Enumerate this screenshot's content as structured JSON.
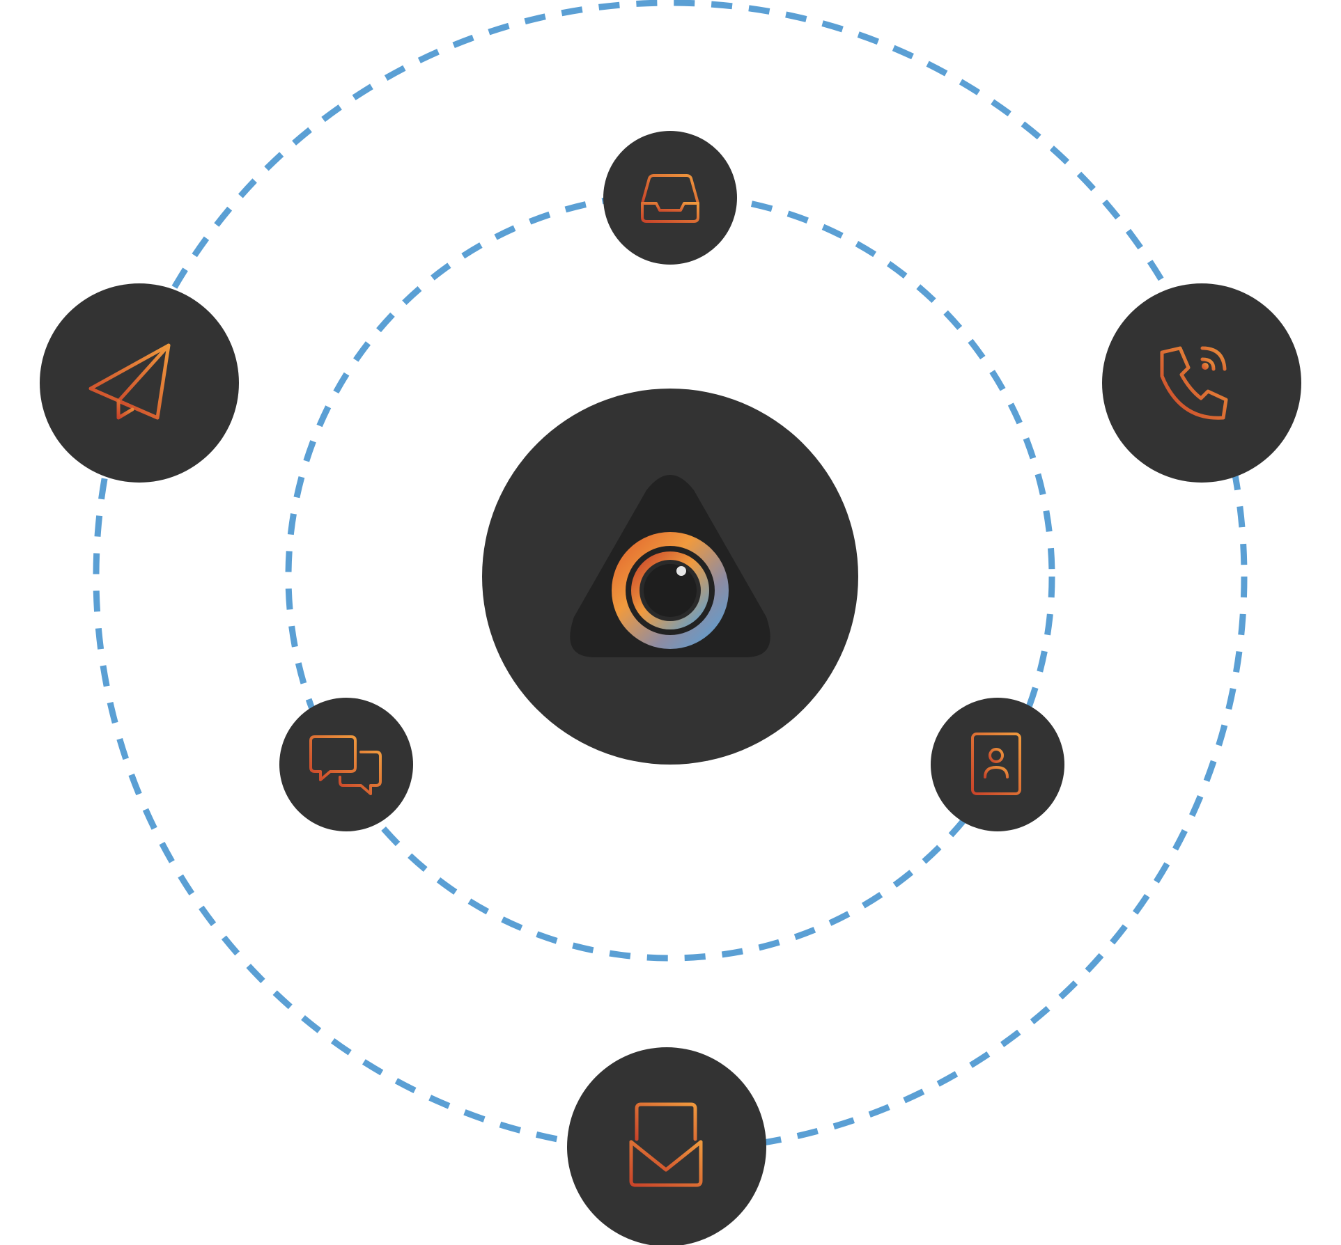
{
  "colors": {
    "background": "#ffffff",
    "orbit": "#5A9FD4",
    "node": "#333333",
    "logo_triangle": "#222222",
    "icon_gradient_start": "#C9442A",
    "icon_gradient_end": "#F09A3E",
    "lens_blue": "#5A9FD4"
  },
  "diagram": {
    "center": {
      "icon": "camera-lens-logo"
    },
    "inner_orbit_nodes": [
      {
        "id": "inbox",
        "icon": "inbox-tray-icon"
      },
      {
        "id": "chat",
        "icon": "chat-bubbles-icon"
      },
      {
        "id": "contacts",
        "icon": "contact-book-icon"
      }
    ],
    "outer_orbit_nodes": [
      {
        "id": "send",
        "icon": "paper-plane-icon"
      },
      {
        "id": "call",
        "icon": "phone-call-icon"
      },
      {
        "id": "email",
        "icon": "envelope-letter-icon"
      }
    ]
  }
}
